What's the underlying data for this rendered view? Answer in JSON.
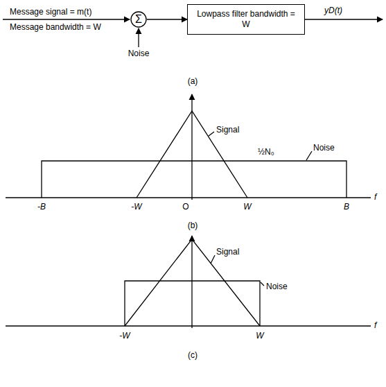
{
  "diagram": {
    "nodes": [
      {
        "text": [
          "Σ"
        ]
      },
      {
        "text": [
          "Lowpass filter bandwidth = W"
        ]
      }
    ],
    "edges": [
      {
        "from": 0,
        "to": 1,
        "arrow": "to"
      }
    ],
    "labels": [
      "Message signal = m(t)",
      "Message bandwidth = W",
      "Noise",
      "yD(t)",
      "(a)",
      "Signal",
      "½N₀",
      "Noise",
      "-B",
      "-W",
      "O",
      "W",
      "B",
      "f",
      "(b)",
      "Signal",
      "Noise",
      "-W",
      "W",
      "f",
      "(c)"
    ]
  }
}
